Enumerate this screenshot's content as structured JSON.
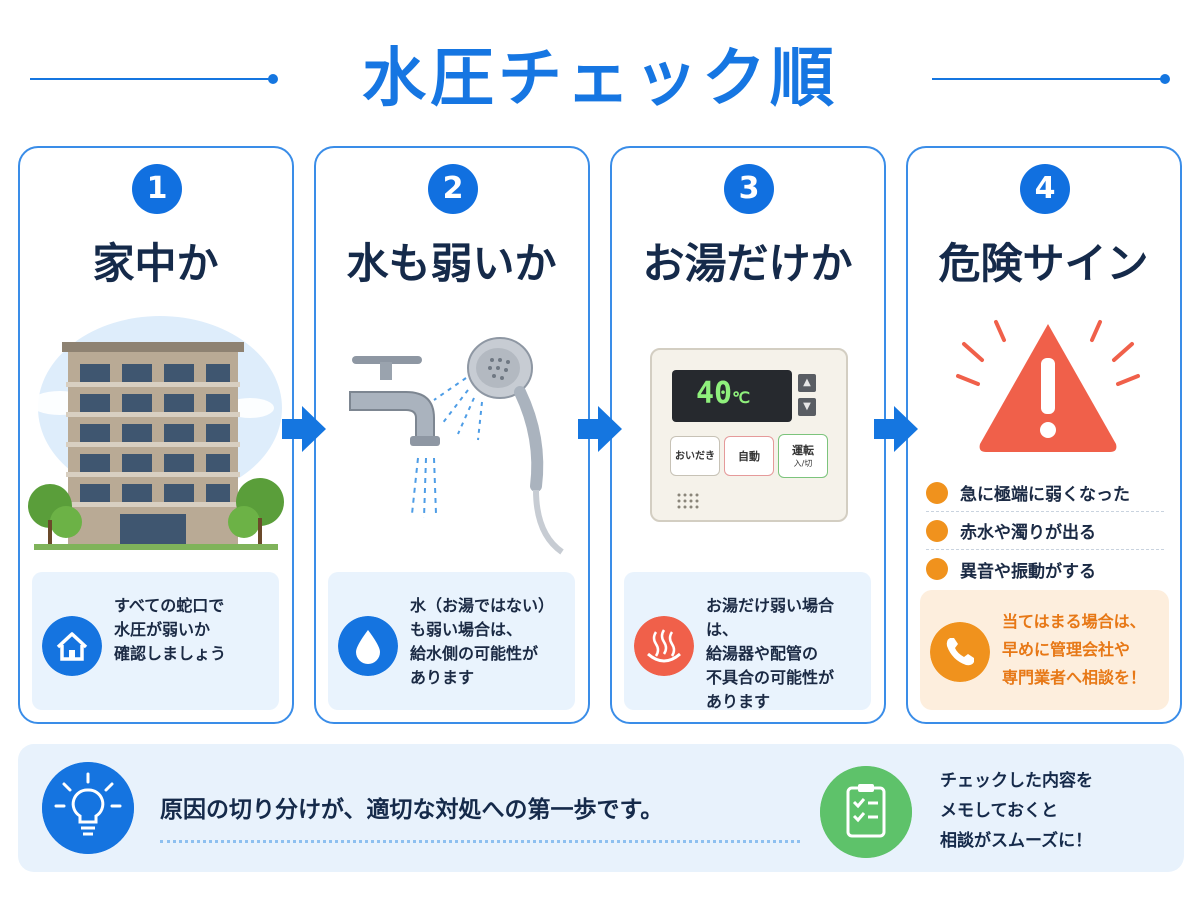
{
  "title": "水圧チェック順",
  "steps": [
    {
      "number": "1",
      "title": "家中か",
      "note": "すべての蛇口で\n水圧が弱いか\n確認しましょう"
    },
    {
      "number": "2",
      "title": "水も弱いか",
      "note": "水（お湯ではない）\nも弱い場合は、\n給水側の可能性が\nあります"
    },
    {
      "number": "3",
      "title": "お湯だけか",
      "note": "お湯だけ弱い場合は、\n給湯器や配管の\n不具合の可能性が\nあります",
      "panel": {
        "temperature": "40",
        "unit": "℃",
        "buttons": [
          "おいだき",
          "自動",
          "運転"
        ],
        "power_sub": "入/切"
      }
    },
    {
      "number": "4",
      "title": "危険サイン",
      "signs": [
        "急に極端に弱くなった",
        "赤水や濁りが出る",
        "異音や振動がする"
      ],
      "advice": "当てはまる場合は、\n早めに管理会社や\n専門業者へ相談を！"
    }
  ],
  "footer": {
    "main": "原因の切り分けが、適切な対処への第一歩です。",
    "side": "チェックした内容を\nメモしておくと\n相談がスムーズに！"
  },
  "colors": {
    "accent": "#1676e2",
    "warning": "#f0921d",
    "danger": "#f0604a",
    "check_green": "#5ec26a"
  },
  "icons": [
    "home-icon",
    "water-drop-icon",
    "hot-spring-icon",
    "phone-icon",
    "lightbulb-icon",
    "clipboard-check-icon",
    "warning-triangle-icon"
  ]
}
